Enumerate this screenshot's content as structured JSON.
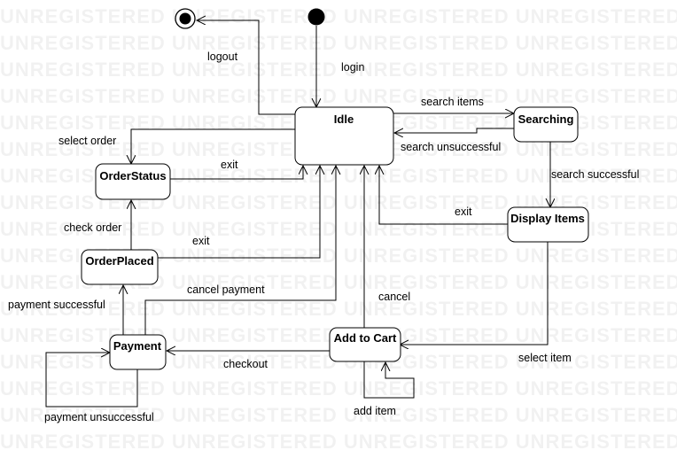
{
  "diagram": {
    "watermark": "UNREGISTERED UNREGISTERED UNREGISTERED UNREGISTERED UNREGISTERED UNREGISTERED",
    "pseudostates": {
      "initial": "initial-node",
      "final": "final-node"
    },
    "states": {
      "idle": "Idle",
      "searching": "Searching",
      "order_status": "OrderStatus",
      "display_items": "Display Items",
      "order_placed": "OrderPlaced",
      "payment": "Payment",
      "add_to_cart": "Add to Cart"
    },
    "transitions": {
      "logout": "logout",
      "login": "login",
      "search_items": "search items",
      "search_unsuccessful": "search unsuccessful",
      "select_order": "select order",
      "exit_order_status": "exit",
      "search_successful": "search successful",
      "exit_display_items": "exit",
      "check_order": "check order",
      "exit_order_placed": "exit",
      "cancel_payment": "cancel payment",
      "cancel": "cancel",
      "payment_successful": "payment successful",
      "checkout": "checkout",
      "select_item": "select item",
      "payment_unsuccessful": "payment unsuccessful",
      "add_item": "add item"
    }
  }
}
